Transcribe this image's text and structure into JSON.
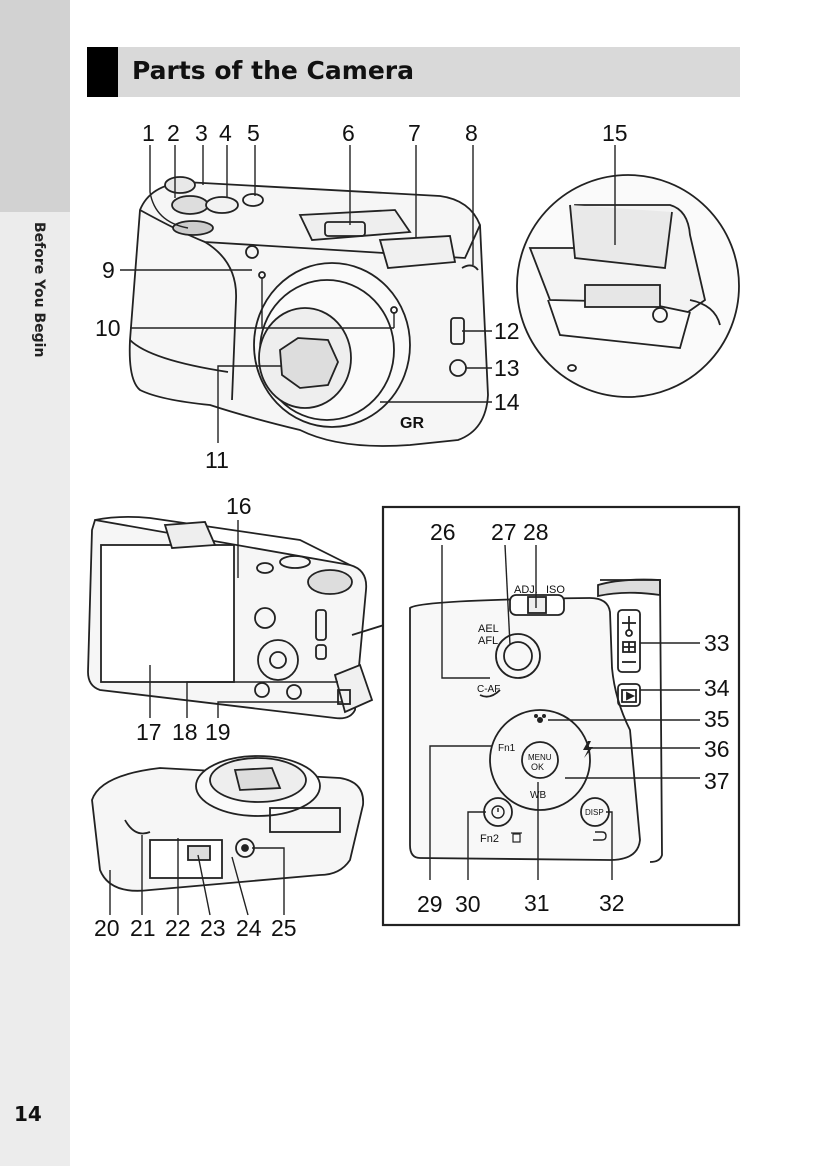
{
  "page": {
    "side_label": "Before You Begin",
    "page_number": "14",
    "title": "Parts of the Camera"
  },
  "callouts": {
    "c1": "1",
    "c2": "2",
    "c3": "3",
    "c4": "4",
    "c5": "5",
    "c6": "6",
    "c7": "7",
    "c8": "8",
    "c9": "9",
    "c10": "10",
    "c11": "11",
    "c12": "12",
    "c13": "13",
    "c14": "14",
    "c15": "15",
    "c16": "16",
    "c17": "17",
    "c18": "18",
    "c19": "19",
    "c20": "20",
    "c21": "21",
    "c22": "22",
    "c23": "23",
    "c24": "24",
    "c25": "25",
    "c26": "26",
    "c27": "27",
    "c28": "28",
    "c29": "29",
    "c30": "30",
    "c31": "31",
    "c32": "32",
    "c33": "33",
    "c34": "34",
    "c35": "35",
    "c36": "36",
    "c37": "37"
  },
  "camera_labels": {
    "brand": "GR",
    "adj": "ADJ.",
    "iso": "ISO",
    "ael": "AEL",
    "afl": "AFL",
    "caf": "C-AF",
    "menu": "MENU",
    "ok": "OK",
    "wb": "WB",
    "fn1": "Fn1",
    "fn2": "Fn2",
    "disp": "DISP"
  },
  "icons": [
    "macro-icon",
    "flash-icon",
    "self-timer-icon",
    "trash-icon",
    "return-icon",
    "playback-icon",
    "zoom-in-icon",
    "zoom-out-icon",
    "grid-icon"
  ]
}
